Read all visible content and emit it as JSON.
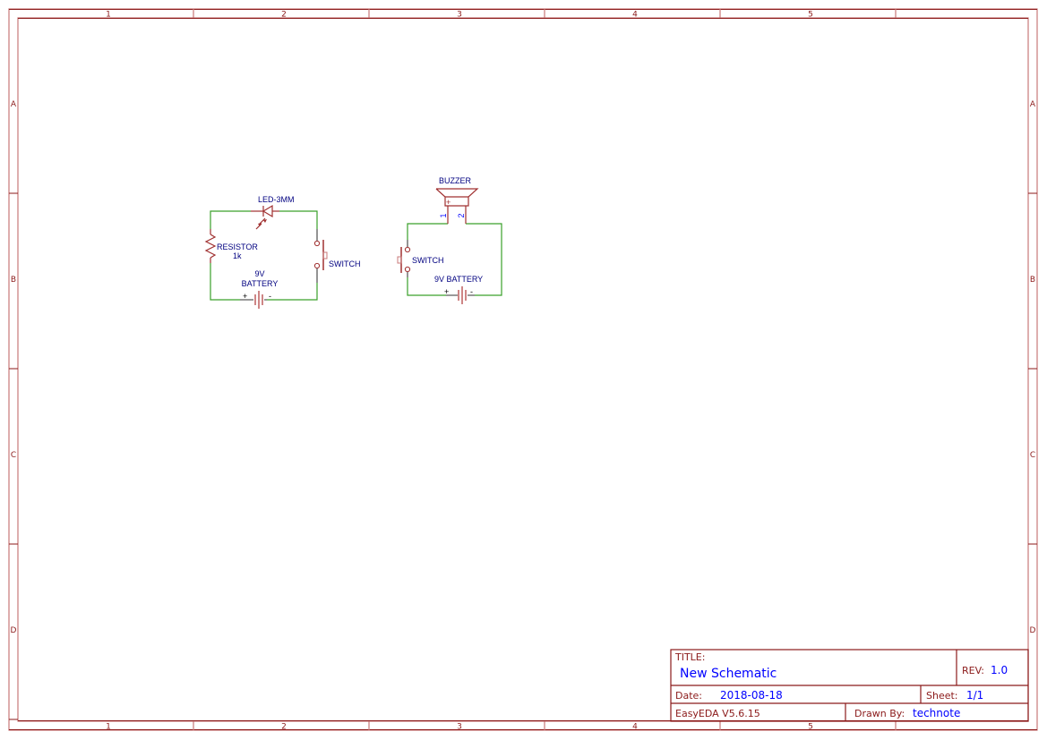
{
  "colors": {
    "frame": "#8b1a1a",
    "frame_light": "#c87878",
    "wire": "#3aa02a",
    "component": "#a03030",
    "component_light": "#c87878",
    "pin_gray": "#707070",
    "label": "#000080",
    "value": "#0000ff"
  },
  "frame": {
    "columns": [
      "1",
      "2",
      "3",
      "4",
      "5"
    ],
    "rows": [
      "A",
      "B",
      "C",
      "D"
    ]
  },
  "circuit_led": {
    "led_label": "LED-3MM",
    "resistor_label": "RESISTOR",
    "resistor_value": "1k",
    "switch_label": "SWITCH",
    "battery_label_line1": "9V",
    "battery_label_line2": "BATTERY",
    "battery_plus": "+",
    "battery_minus": "-"
  },
  "circuit_buzzer": {
    "buzzer_label": "BUZZER",
    "buzzer_plus": "+",
    "pin1": "1",
    "pin2": "2",
    "switch_label": "SWITCH",
    "battery_label": "9V BATTERY",
    "battery_plus": "+",
    "battery_minus": "-"
  },
  "title_block": {
    "title_label": "TITLE:",
    "title_value": "New Schematic",
    "rev_label": "REV:",
    "rev_value": "1.0",
    "date_label": "Date:",
    "date_value": "2018-08-18",
    "sheet_label": "Sheet:",
    "sheet_value": "1/1",
    "software": "EasyEDA V5.6.15",
    "drawn_by_label": "Drawn By:",
    "drawn_by_value": "technote"
  }
}
